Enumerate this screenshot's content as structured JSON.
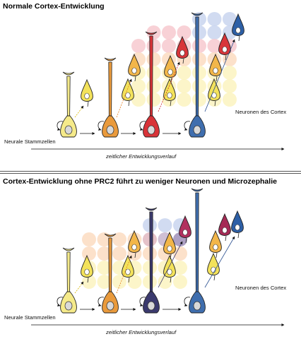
{
  "panels": [
    {
      "title": "Normale Cortex-Entwicklung",
      "stem_label": "Neurale Stammzellen",
      "neurons_label": "Neuronen des Cortex",
      "axis_label": "zeitlicher Entwicklungsverlauf"
    },
    {
      "title": "Cortex-Entwicklung ohne PRC2 führt zu weniger Neuronen und Microzephalie",
      "stem_label": "Neurale Stammzellen",
      "neurons_label": "Neuronen des Cortex",
      "axis_label": "zeitlicher Entwicklungsverlauf"
    }
  ],
  "colors": {
    "stage1": "#f5ea8a",
    "stage2": "#e99a3c",
    "stage3": "#d83338",
    "stage3_prc2": "#3b3a6e",
    "stage4": "#3f6eae",
    "neuron_yellow": "#f3e25b",
    "neuron_orange": "#f2b64a",
    "neuron_red": "#d8353a",
    "neuron_blue": "#2d5fa6",
    "circle_yellow": "#fbf3c0",
    "circle_orange": "#fbdcc1",
    "circle_red": "#f7c9cf",
    "circle_blue": "#c9d5ee"
  }
}
